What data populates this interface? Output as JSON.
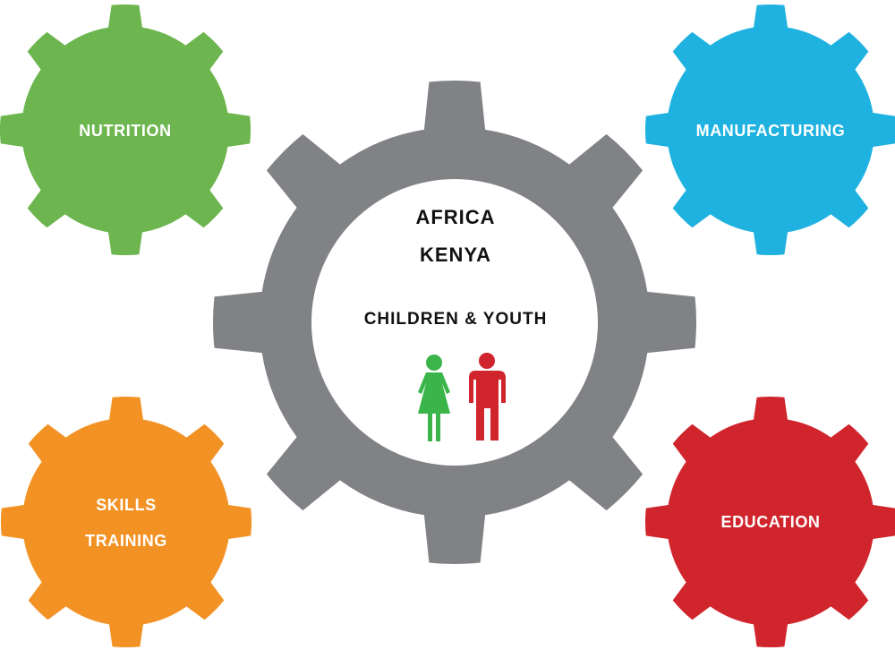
{
  "center": {
    "line1": "AFRICA",
    "line2": "KENYA",
    "line3": "CHILDREN & YOUTH",
    "gear_color": "#818285",
    "female_color": "#3bb54a",
    "male_color": "#d0252d"
  },
  "gears": {
    "nutrition": {
      "label": "NUTRITION",
      "color": "#6db64f"
    },
    "manufacturing": {
      "label": "MANUFACTURING",
      "color": "#1fb2e0"
    },
    "skills": {
      "label1": "SKILLS",
      "label2": "TRAINING",
      "color": "#f39224"
    },
    "education": {
      "label": "EDUCATION",
      "color": "#d0252d"
    }
  }
}
